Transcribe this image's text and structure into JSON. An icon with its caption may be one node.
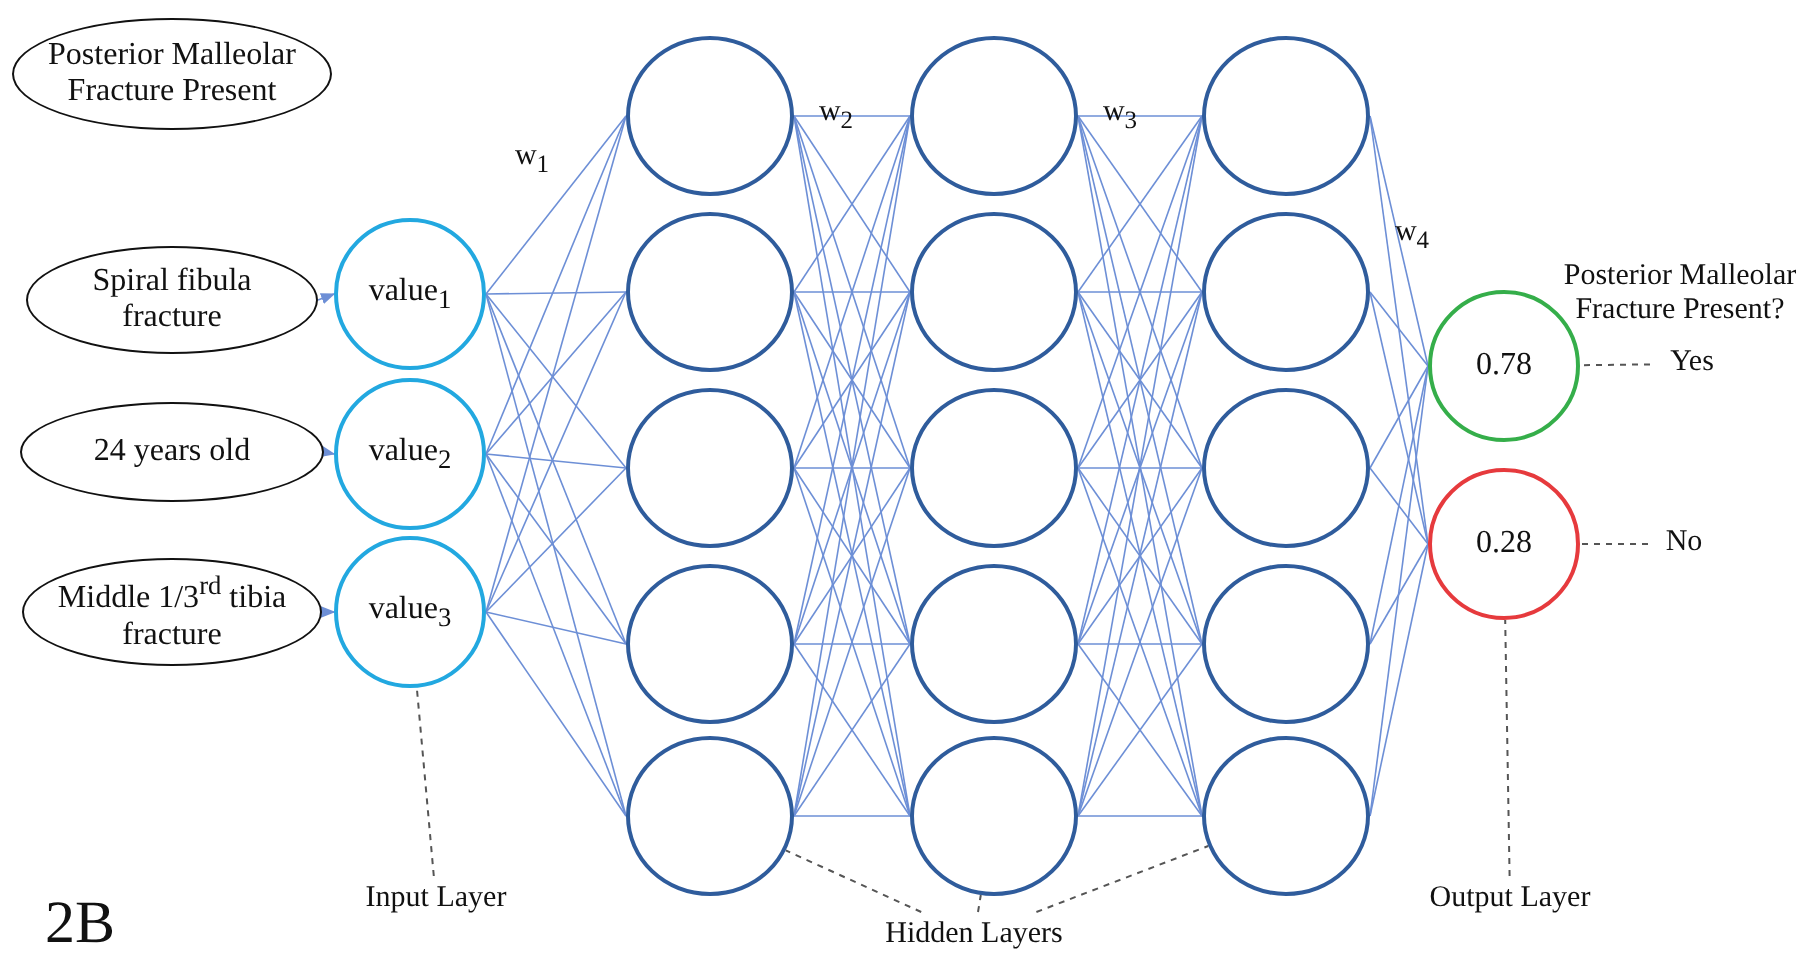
{
  "diagram": {
    "nodes": [
      {
        "text": [
          "Posterior Malleolar Fracture Present"
        ]
      },
      {
        "text": [
          "Spiral fibula fracture"
        ]
      },
      {
        "text": [
          "24 years old"
        ]
      },
      {
        "text": [
          "Middle 1/3$^{rd}$ tibia fracture"
        ]
      },
      {
        "text": [
          "value$_{1}$"
        ]
      },
      {
        "text": [
          "value$_{2}$"
        ]
      },
      {
        "text": [
          "value$_{3}$"
        ]
      },
      {
        "text": [],
        "shape": "circle"
      },
      {
        "text": [],
        "shape": "circle"
      },
      {
        "text": [],
        "shape": "circle"
      },
      {
        "text": [],
        "shape": "circle"
      },
      {
        "text": [],
        "shape": "circle"
      },
      {
        "text": [],
        "shape": "circle"
      },
      {
        "text": [],
        "shape": "circle"
      },
      {
        "text": [],
        "shape": "circle"
      },
      {
        "text": [],
        "shape": "circle"
      },
      {
        "text": [],
        "shape": "circle"
      },
      {
        "text": [],
        "shape": "circle"
      },
      {
        "text": [],
        "shape": "circle"
      },
      {
        "text": [],
        "shape": "circle"
      },
      {
        "text": [],
        "shape": "circle"
      },
      {
        "text": [],
        "shape": "circle"
      },
      {
        "text": [
          "0.78"
        ]
      },
      {
        "text": [
          "0.28"
        ]
      },
      {
        "text": [
          "Yes"
        ]
      },
      {
        "text": [
          "No"
        ]
      },
      {
        "text": [
          "Input Layer"
        ]
      },
      {
        "text": [
          "Hidden Layers"
        ]
      },
      {
        "text": [
          "Output Layer"
        ]
      }
    ],
    "edges": [
      {
        "from": 1,
        "to": 4,
        "arrow": "to"
      },
      {
        "from": 2,
        "to": 5,
        "arrow": "to"
      },
      {
        "from": 3,
        "to": 6,
        "arrow": "to"
      },
      {
        "from": 4,
        "to": 7,
        "arrow": "none"
      },
      {
        "from": 4,
        "to": 8,
        "arrow": "none"
      },
      {
        "from": 4,
        "to": 9,
        "arrow": "none"
      },
      {
        "from": 4,
        "to": 10,
        "arrow": "none"
      },
      {
        "from": 4,
        "to": 11,
        "arrow": "none"
      },
      {
        "from": 5,
        "to": 7,
        "arrow": "none"
      },
      {
        "from": 5,
        "to": 8,
        "arrow": "none"
      },
      {
        "from": 5,
        "to": 9,
        "arrow": "none"
      },
      {
        "from": 5,
        "to": 10,
        "arrow": "none"
      },
      {
        "from": 5,
        "to": 11,
        "arrow": "none"
      },
      {
        "from": 6,
        "to": 7,
        "arrow": "none"
      },
      {
        "from": 6,
        "to": 8,
        "arrow": "none"
      },
      {
        "from": 6,
        "to": 9,
        "arrow": "none"
      },
      {
        "from": 6,
        "to": 10,
        "arrow": "none"
      },
      {
        "from": 6,
        "to": 11,
        "arrow": "none"
      },
      {
        "from": 7,
        "to": 12,
        "arrow": "none"
      },
      {
        "from": 7,
        "to": 13,
        "arrow": "none"
      },
      {
        "from": 7,
        "to": 14,
        "arrow": "none"
      },
      {
        "from": 7,
        "to": 15,
        "arrow": "none"
      },
      {
        "from": 7,
        "to": 16,
        "arrow": "none"
      },
      {
        "from": 8,
        "to": 12,
        "arrow": "none"
      },
      {
        "from": 8,
        "to": 13,
        "arrow": "none"
      },
      {
        "from": 8,
        "to": 14,
        "arrow": "none"
      },
      {
        "from": 8,
        "to": 15,
        "arrow": "none"
      },
      {
        "from": 8,
        "to": 16,
        "arrow": "none"
      },
      {
        "from": 9,
        "to": 12,
        "arrow": "none"
      },
      {
        "from": 9,
        "to": 13,
        "arrow": "none"
      },
      {
        "from": 9,
        "to": 14,
        "arrow": "none"
      },
      {
        "from": 9,
        "to": 15,
        "arrow": "none"
      },
      {
        "from": 9,
        "to": 16,
        "arrow": "none"
      },
      {
        "from": 10,
        "to": 12,
        "arrow": "none"
      },
      {
        "from": 10,
        "to": 13,
        "arrow": "none"
      },
      {
        "from": 10,
        "to": 14,
        "arrow": "none"
      },
      {
        "from": 10,
        "to": 15,
        "arrow": "none"
      },
      {
        "from": 10,
        "to": 16,
        "arrow": "none"
      },
      {
        "from": 11,
        "to": 12,
        "arrow": "none"
      },
      {
        "from": 11,
        "to": 13,
        "arrow": "none"
      },
      {
        "from": 11,
        "to": 14,
        "arrow": "none"
      },
      {
        "from": 11,
        "to": 15,
        "arrow": "none"
      },
      {
        "from": 11,
        "to": 16,
        "arrow": "none"
      },
      {
        "from": 12,
        "to": 17,
        "arrow": "none"
      },
      {
        "from": 12,
        "to": 18,
        "arrow": "none"
      },
      {
        "from": 12,
        "to": 19,
        "arrow": "none"
      },
      {
        "from": 12,
        "to": 20,
        "arrow": "none"
      },
      {
        "from": 12,
        "to": 21,
        "arrow": "none"
      },
      {
        "from": 13,
        "to": 17,
        "arrow": "none"
      },
      {
        "from": 13,
        "to": 18,
        "arrow": "none"
      },
      {
        "from": 13,
        "to": 19,
        "arrow": "none"
      },
      {
        "from": 13,
        "to": 20,
        "arrow": "none"
      },
      {
        "from": 13,
        "to": 21,
        "arrow": "none"
      },
      {
        "from": 14,
        "to": 17,
        "arrow": "none"
      },
      {
        "from": 14,
        "to": 18,
        "arrow": "none"
      },
      {
        "from": 14,
        "to": 19,
        "arrow": "none"
      },
      {
        "from": 14,
        "to": 20,
        "arrow": "none"
      },
      {
        "from": 14,
        "to": 21,
        "arrow": "none"
      },
      {
        "from": 15,
        "to": 17,
        "arrow": "none"
      },
      {
        "from": 15,
        "to": 18,
        "arrow": "none"
      },
      {
        "from": 15,
        "to": 19,
        "arrow": "none"
      },
      {
        "from": 15,
        "to": 20,
        "arrow": "none"
      },
      {
        "from": 15,
        "to": 21,
        "arrow": "none"
      },
      {
        "from": 16,
        "to": 17,
        "arrow": "none"
      },
      {
        "from": 16,
        "to": 18,
        "arrow": "none"
      },
      {
        "from": 16,
        "to": 19,
        "arrow": "none"
      },
      {
        "from": 16,
        "to": 20,
        "arrow": "none"
      },
      {
        "from": 16,
        "to": 21,
        "arrow": "none"
      },
      {
        "from": 17,
        "to": 22,
        "arrow": "none"
      },
      {
        "from": 17,
        "to": 23,
        "arrow": "none"
      },
      {
        "from": 18,
        "to": 22,
        "arrow": "none"
      },
      {
        "from": 18,
        "to": 23,
        "arrow": "none"
      },
      {
        "from": 19,
        "to": 22,
        "arrow": "none"
      },
      {
        "from": 19,
        "to": 23,
        "arrow": "none"
      },
      {
        "from": 20,
        "to": 22,
        "arrow": "none"
      },
      {
        "from": 20,
        "to": 23,
        "arrow": "none"
      },
      {
        "from": 21,
        "to": 22,
        "arrow": "none"
      },
      {
        "from": 21,
        "to": 23,
        "arrow": "none"
      },
      {
        "from": 24,
        "to": 22,
        "arrow": "none",
        "style": "dashed",
        "color": "#555555"
      },
      {
        "from": 25,
        "to": 23,
        "arrow": "none",
        "style": "dashed",
        "color": "#555555"
      },
      {
        "from": 26,
        "to": 6,
        "arrow": "none",
        "style": "dashed",
        "color": "#555555"
      },
      {
        "from": 27,
        "to": 11,
        "arrow": "none",
        "style": "dashed",
        "color": "#555555"
      },
      {
        "from": 27,
        "to": 16,
        "arrow": "none",
        "style": "dashed",
        "color": "#555555"
      },
      {
        "from": 27,
        "to": 21,
        "arrow": "none",
        "style": "dashed",
        "color": "#555555"
      },
      {
        "from": 28,
        "to": 23,
        "arrow": "none",
        "style": "dashed",
        "color": "#555555"
      }
    ],
    "labels": [
      "w$_{1}$",
      "w$_{2}$",
      "w$_{3}$",
      "w$_{4}$",
      "Posterior Malleolar Fracture Present?",
      "2B"
    ]
  }
}
